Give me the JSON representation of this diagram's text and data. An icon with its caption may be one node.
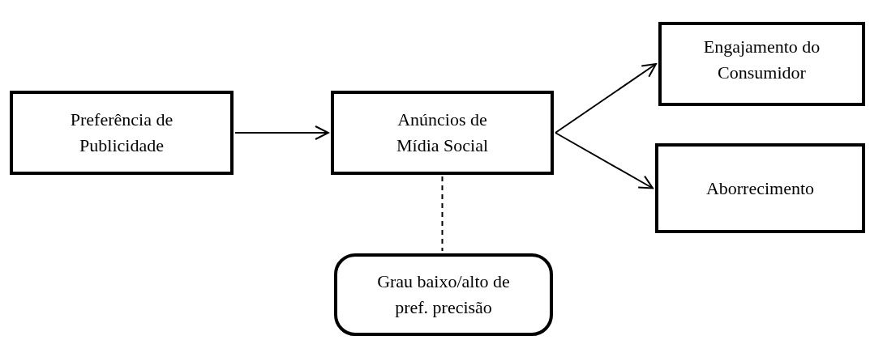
{
  "diagram": {
    "nodes": [
      {
        "text": [
          "Preferência de Publicidade"
        ]
      },
      {
        "text": [
          "Anúncios de Mídia Social"
        ]
      },
      {
        "text": [
          "Engajamento do Consumidor"
        ]
      },
      {
        "text": [
          "Aborrecimento"
        ]
      },
      {
        "text": [
          "Grau baixo/alto de pref. precisão"
        ]
      }
    ],
    "edges": [
      {
        "from": 0,
        "to": 1,
        "arrow": "to"
      },
      {
        "from": 1,
        "to": 2,
        "arrow": "to"
      },
      {
        "from": 1,
        "to": 3,
        "arrow": "to"
      },
      {
        "from": 1,
        "to": 4,
        "arrow": "none",
        "style": "dashed"
      }
    ]
  }
}
